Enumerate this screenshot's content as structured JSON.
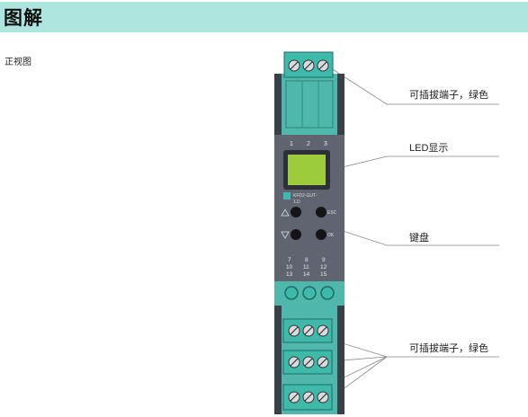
{
  "header": {
    "title": "图解"
  },
  "view_label": "正视图",
  "callouts": [
    {
      "id": "top-terminal",
      "text": "可插拔端子，绿色"
    },
    {
      "id": "led-display",
      "text": "LED显示"
    },
    {
      "id": "keypad",
      "text": "键盘"
    },
    {
      "id": "bottom-terminals",
      "text": "可插拔端子，绿色"
    }
  ],
  "device": {
    "top_terminal_numbers": [
      "1",
      "2",
      "3"
    ],
    "bottom_terminal_numbers": [
      [
        "7",
        "8",
        "9"
      ],
      [
        "10",
        "11",
        "12"
      ],
      [
        "13",
        "14",
        "15"
      ]
    ],
    "model_text": [
      "KFD2-GUT-",
      "1.D"
    ],
    "button_labels": [
      "ESC",
      "OK"
    ],
    "colors": {
      "housing": "#5f6470",
      "terminal_green": "#3fb9aa",
      "lcd": "#9ccc3c",
      "button": "#151515"
    }
  }
}
